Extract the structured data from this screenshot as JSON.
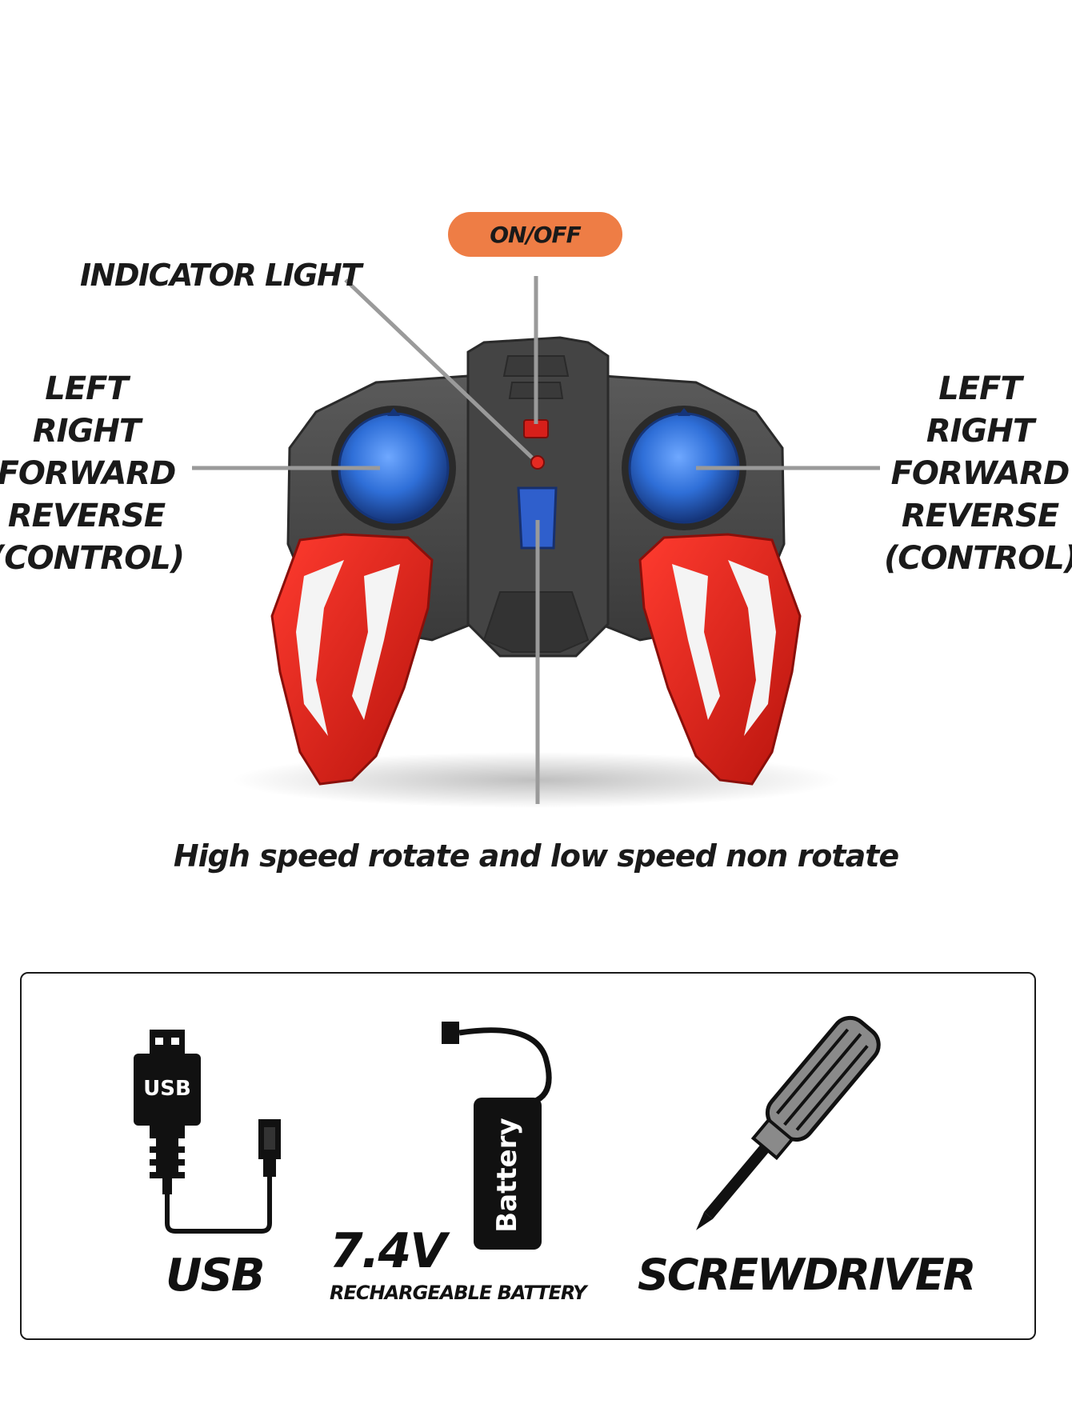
{
  "labels": {
    "on_off": "ON/OFF",
    "indicator_light": "INDICATOR LIGHT",
    "left_stick": [
      "LEFT",
      "RIGHT",
      "FORWARD",
      "REVERSE",
      "(CONTROL)"
    ],
    "right_stick": [
      "LEFT",
      "RIGHT",
      "FORWARD",
      "REVERSE",
      "(CONTROL)"
    ],
    "caption": "High speed rotate and low speed non rotate"
  },
  "accessories": {
    "usb": {
      "icon_text": "USB",
      "label": "USB"
    },
    "battery": {
      "icon_text": "Battery",
      "voltage": "7.4V",
      "label": "RECHARGEABLE BATTERY"
    },
    "screwdriver": {
      "label": "SCREWDRIVER"
    }
  },
  "colors": {
    "badge": "#ee7d45",
    "controller_body": "#4a4a4a",
    "stick_blue": "#2f6fd8",
    "grip_red": "#e52a22",
    "leader_line": "#9a9a9a"
  }
}
